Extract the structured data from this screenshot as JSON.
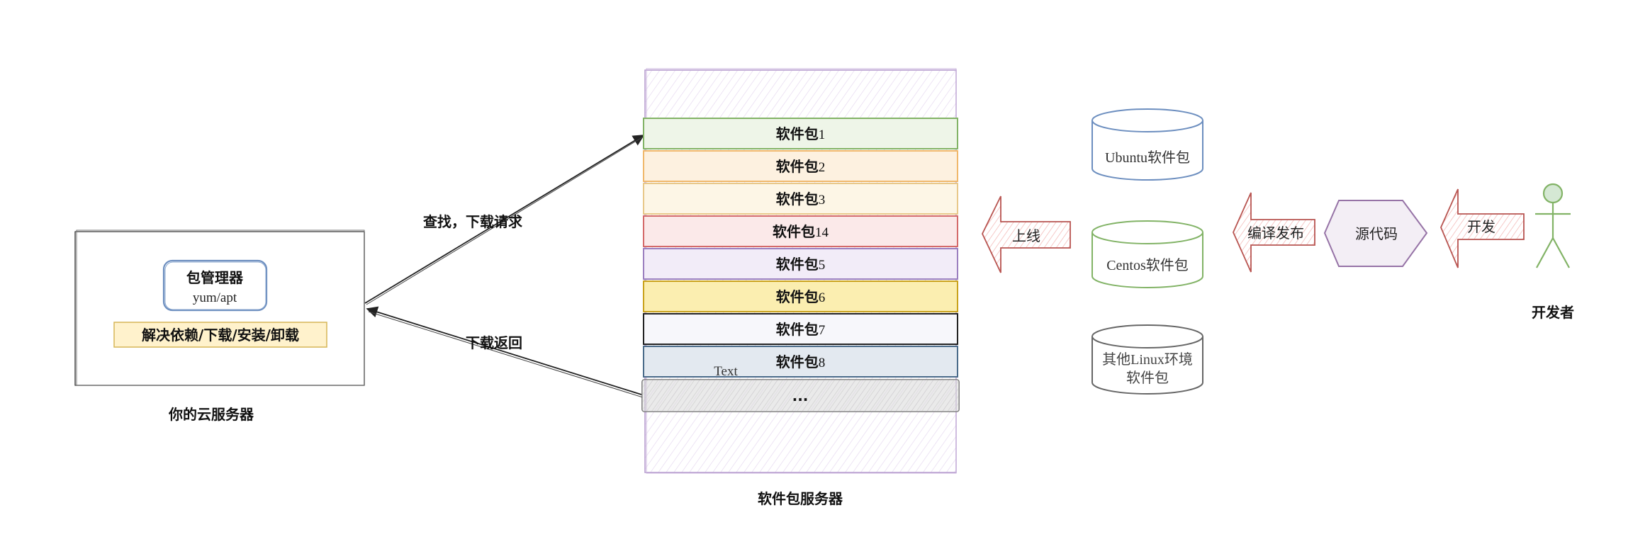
{
  "cloud_server": {
    "label": "你的云服务器",
    "package_manager": {
      "title": "包管理器",
      "subtitle": "yum/apt"
    },
    "capabilities": "解决依赖/下载/安装/卸载"
  },
  "arrows": {
    "request": "查找，下载请求",
    "response": "下载返回"
  },
  "package_server": {
    "label": "软件包服务器",
    "packages": [
      {
        "name": "软件包",
        "num": "1",
        "color": "#82b366",
        "fill": "#eef5e8"
      },
      {
        "name": "软件包",
        "num": "2",
        "color": "#f0b86b",
        "fill": "#fdf1e0"
      },
      {
        "name": "软件包",
        "num": "3",
        "color": "#e8c88a",
        "fill": "#fdf6e6"
      },
      {
        "name": "软件包",
        "num": "14",
        "color": "#d46a6a",
        "fill": "#fbe9e9"
      },
      {
        "name": "软件包",
        "num": "5",
        "color": "#9b7fbf",
        "fill": "#f2ecf8"
      },
      {
        "name": "软件包",
        "num": "6",
        "color": "#c9a21c",
        "fill": "#fbeeb0"
      },
      {
        "name": "软件包",
        "num": "7",
        "color": "#222222",
        "fill": "#f7f7fb"
      },
      {
        "name": "软件包",
        "num": "8",
        "color": "#4a6b8a",
        "fill": "#e3e9f0"
      }
    ],
    "more": "...",
    "stray_text": "Text"
  },
  "repos": [
    {
      "label": "Ubuntu软件包",
      "color": "#6c8ebf"
    },
    {
      "label": "Centos软件包",
      "color": "#82b366"
    },
    {
      "label_line1": "其他Linux环境",
      "label_line2": "软件包",
      "color": "#666666"
    }
  ],
  "flow": {
    "publish": "上线",
    "compile": "编译发布",
    "source": "源代码",
    "develop": "开发",
    "developer": "开发者"
  },
  "colors": {
    "arrow_red": "#b85450",
    "arrow_fill": "#f8cecc",
    "purple": "#9673a6",
    "green_person": "#82b366"
  }
}
